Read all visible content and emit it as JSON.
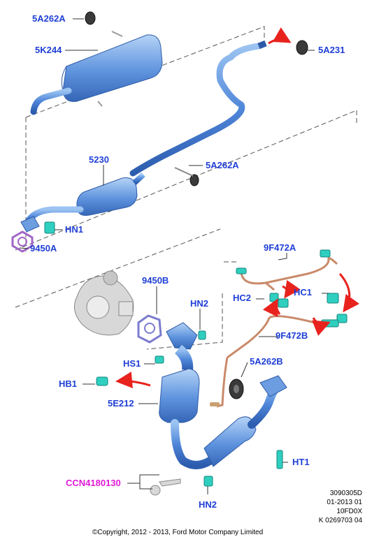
{
  "labels": {
    "p5A262A_top": "5A262A",
    "p5K244": "5K244",
    "p5A231": "5A231",
    "p5230": "5230",
    "p5A262A_mid": "5A262A",
    "pHN1": "HN1",
    "p9450A": "9450A",
    "p9F472A": "9F472A",
    "p9450B": "9450B",
    "pHN2_upper": "HN2",
    "pHC2": "HC2",
    "pHC1": "HC1",
    "p9F472B": "9F472B",
    "pHS1": "HS1",
    "p5A262B": "5A262B",
    "pHB1": "HB1",
    "p5E212": "5E212",
    "pHT1": "HT1",
    "pCCN": "CCN4180130",
    "pHN2_lower": "HN2"
  },
  "info_block": {
    "line1": "3090305D",
    "line2": "01-2013 01",
    "line3": "10FD0X",
    "line4": "K 0269703 04"
  },
  "copyright": "©Copyright, 2012 - 2013, Ford Motor Company Limited",
  "colors": {
    "label_blue": "#1f3fd6",
    "label_magenta": "#e01bd6",
    "pipe_blue": "#4a82d8",
    "clip_cyan": "#2fcfc0",
    "arrow_red": "#e8231e"
  }
}
